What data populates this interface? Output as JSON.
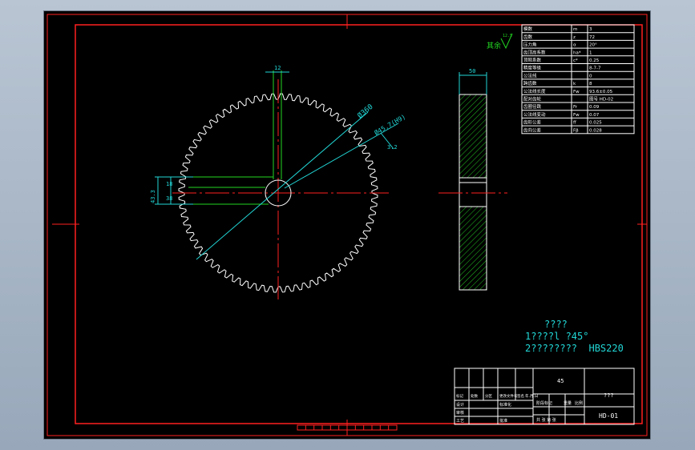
{
  "drawing": {
    "dim_width_top": "12",
    "dim_diameter_outer": "Ø360",
    "dim_diameter_pitch": "Ø45.7(H9)",
    "dim_chamfer": "3.2",
    "dim_key_left_a": "43.3",
    "dim_key_left_b": "38",
    "dim_key_left_c": "18",
    "dim_face_width": "50",
    "roughness_label": "其余",
    "roughness_value": "12.5"
  },
  "param_table": {
    "rows": [
      [
        "模数",
        "m",
        "3"
      ],
      [
        "齿数",
        "z",
        "72"
      ],
      [
        "压力角",
        "α",
        "20°"
      ],
      [
        "齿顶高系数",
        "ha*",
        "1"
      ],
      [
        "顶隙系数",
        "c*",
        "0.25"
      ],
      [
        "精度等级",
        "",
        "8-7-7"
      ],
      [
        "公法线",
        "",
        "0"
      ],
      [
        "跨齿数",
        "k",
        "8"
      ],
      [
        "公法线长度",
        "Fw",
        "93.6±0.05"
      ],
      [
        "配对齿轮",
        "",
        "图号 HD-02"
      ],
      [
        "齿圈径跳",
        "Fr",
        "0.09"
      ],
      [
        "公法线变动",
        "Fw",
        "0.07"
      ],
      [
        "齿形公差",
        "ff",
        "0.025"
      ],
      [
        "齿向公差",
        "Fβ",
        "0.028"
      ]
    ]
  },
  "notes": {
    "title": "????",
    "line1": "1????l ?45°",
    "line2": "2????????  HBS220"
  },
  "title_block": {
    "material": "45",
    "part_name": "???",
    "drawing_number": "HD-01",
    "header_labels": [
      "标记",
      "处数",
      "分区",
      "更改文件号",
      "签名",
      "年.月.日"
    ],
    "row_labels": [
      "设计",
      "审核",
      "工艺"
    ],
    "std_label": "标准化",
    "approve_label": "批准",
    "stage_label": "阶段标记",
    "weight_label": "重量",
    "scale_label": "比例",
    "sheet_label": "共 张 第 张"
  },
  "colors": {
    "background": "#000000",
    "frame": "#ff2020",
    "outline": "#ffffff",
    "dimension": "#22d6d6",
    "geometry": "#22d622",
    "hatch": "#22c022"
  }
}
